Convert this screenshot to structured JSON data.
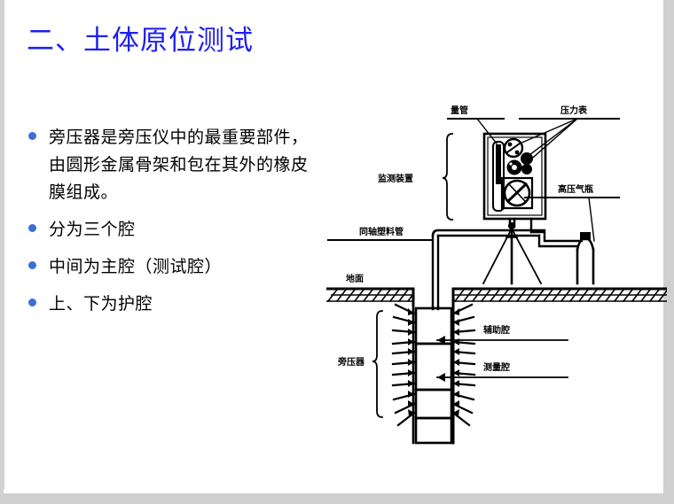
{
  "slide": {
    "title": "二、土体原位测试",
    "title_color": "#2020f0",
    "bullet_color": "#3a6fd8",
    "bullets": [
      "旁压器是旁压仪中的最重要部件，由圆形金属骨架和包在其外的橡皮膜组成。",
      "分为三个腔",
      "中间为主腔（测试腔）",
      "上、下为护腔"
    ]
  },
  "figure": {
    "name": "pressuremeter-apparatus-diagram",
    "labels": {
      "measuring_tube": "量管",
      "pressure_gauge": "压力表",
      "monitoring_device": "监测装置",
      "gas_cylinder": "高压气瓶",
      "coaxial_plastic_tube": "同轴塑料管",
      "ground_surface": "地面",
      "auxiliary_chamber": "辅助腔",
      "measuring_chamber": "测量腔",
      "pressuremeter_probe": "旁压器"
    }
  }
}
